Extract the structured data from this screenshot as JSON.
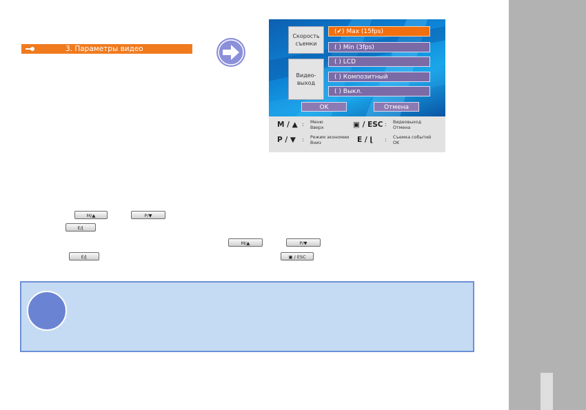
{
  "section": {
    "title": "3. Параметры видео"
  },
  "screen": {
    "labels": {
      "speed": "Скорость съемки",
      "output": "Видео-выход"
    },
    "options": {
      "max": {
        "check": "(✔)",
        "text": "Max (15fps)"
      },
      "min": {
        "check": "(   )",
        "text": "Min (3fps)"
      },
      "lcd": {
        "check": "(   )",
        "text": "LCD"
      },
      "composite": {
        "check": "(   )",
        "text": "Композитный"
      },
      "off": {
        "check": "(   )",
        "text": "Выкл."
      }
    },
    "buttons": {
      "ok": "OK",
      "cancel": "Отмена"
    },
    "footer": {
      "k1": "M / ▲",
      "d1a": "Меню",
      "d1b": "Вверх",
      "k2": "P / ▼",
      "d2a": "Режим экономии",
      "d2b": "Вниз",
      "k3": "▣ / ESC",
      "d3a": "Видеовыход",
      "d3b": "Отмена",
      "k4": "E / ⌊",
      "d4a": "Съемка событий",
      "d4b": "OK"
    }
  },
  "keys": {
    "m_up": "M/▲",
    "p_down": "P/▼",
    "e_event": "E/⌊",
    "esc": "▣ / ESC"
  },
  "colors": {
    "accent": "#f07a1e",
    "note_bg": "#c5dbf3",
    "note_border": "#6b8fd6",
    "sidebar": "#b2b2b2"
  }
}
